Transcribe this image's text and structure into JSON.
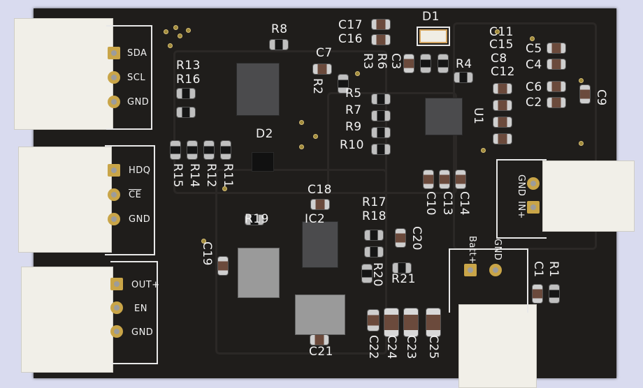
{
  "board": {
    "colors": {
      "soldermask": "#1f1d1b",
      "silkscreen": "#f2f2f2",
      "pad_gold": "#c9a548",
      "connector": "#f1efe8",
      "background": "#d9dbef"
    }
  },
  "connectors": {
    "j_i2c": {
      "pins": [
        "SDA",
        "SCL",
        "GND"
      ]
    },
    "j_hdq": {
      "pins": [
        "HDQ",
        "CE",
        "GND"
      ]
    },
    "j_out": {
      "pins": [
        "OUT+",
        "EN",
        "GND"
      ]
    },
    "j_in": {
      "pins": [
        "GND",
        "IN+"
      ]
    },
    "j_batt": {
      "pins": [
        "Batt+",
        "GND"
      ]
    }
  },
  "designators": {
    "R1": "R1",
    "R2": "R2",
    "R3": "R3",
    "R4": "R4",
    "R5": "R5",
    "R6": "R6",
    "R7": "R7",
    "R8": "R8",
    "R9": "R9",
    "R10": "R10",
    "R11": "R11",
    "R12": "R12",
    "R13": "R13",
    "R14": "R14",
    "R15": "R15",
    "R16": "R16",
    "R17": "R17",
    "R18": "R18",
    "R19": "R19",
    "R20": "R20",
    "R21": "R21",
    "C1": "C1",
    "C2": "C2",
    "C3": "C3",
    "C4": "C4",
    "C5": "C5",
    "C6": "C6",
    "C7": "C7",
    "C8": "C8",
    "C9": "C9",
    "C10": "C10",
    "C11": "C11",
    "C12": "C12",
    "C13": "C13",
    "C14": "C14",
    "C15": "C15",
    "C16": "C16",
    "C17": "C17",
    "C18": "C18",
    "C19": "C19",
    "C20": "C20",
    "C21": "C21",
    "C22": "C22",
    "C23": "C23",
    "C24": "C24",
    "C25": "C25",
    "D1": "D1",
    "D2": "D2",
    "U1": "U1",
    "IC2": "IC2"
  }
}
